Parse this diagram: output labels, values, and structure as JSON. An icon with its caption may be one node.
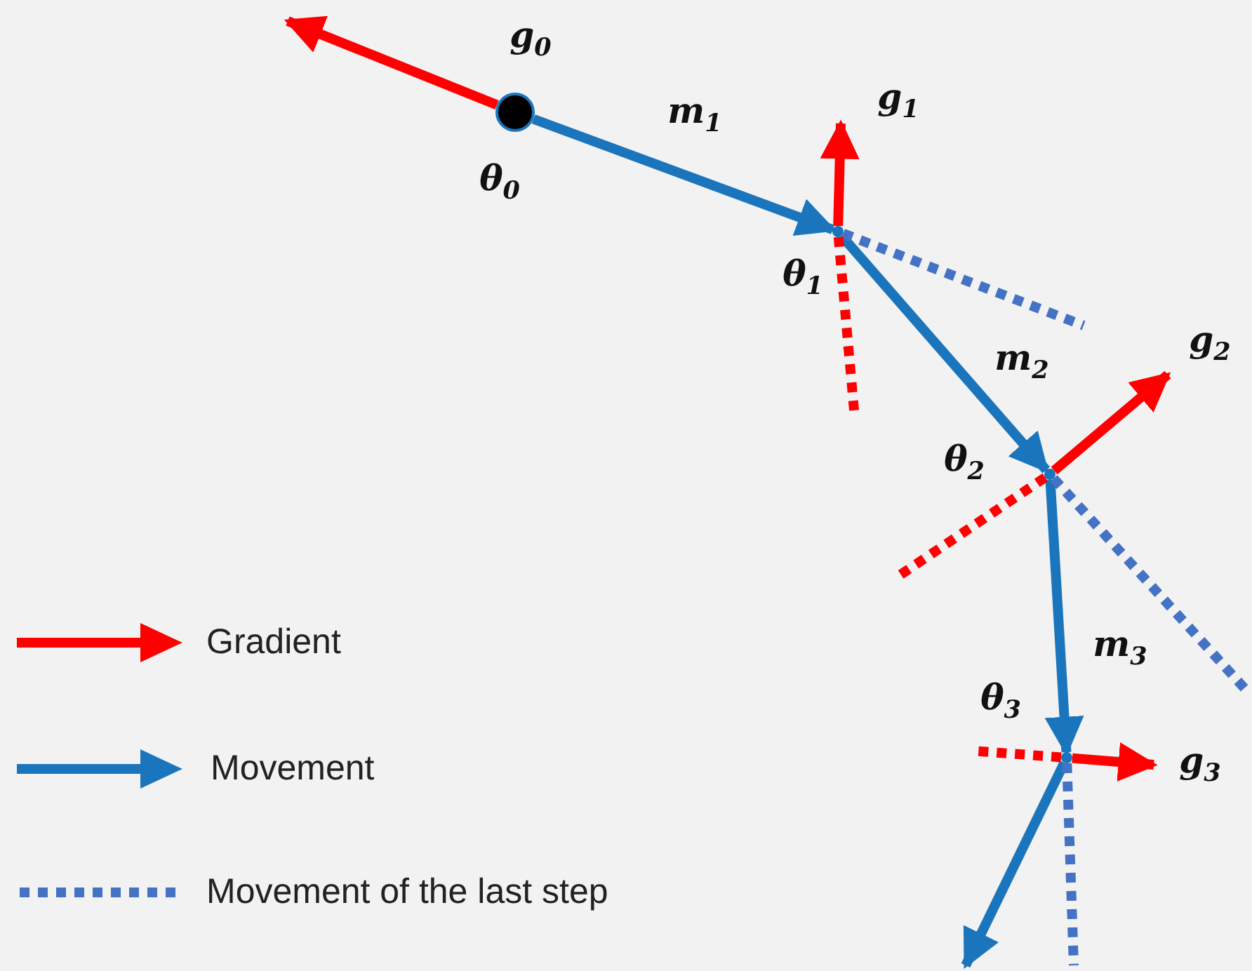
{
  "diagram": {
    "nodes": [
      {
        "text": [],
        "shape": "circle",
        "beside": [
          "θ$_{0}$"
        ]
      },
      {
        "text": [],
        "shape": "dot",
        "beside": [
          "θ$_{1}$"
        ]
      },
      {
        "text": [],
        "shape": "dot",
        "beside": [
          "θ$_{2}$"
        ]
      },
      {
        "text": [],
        "shape": "dot",
        "beside": [
          "θ$_{3}$"
        ]
      }
    ],
    "edges": [
      {
        "from": 0,
        "to": 1,
        "arrow": "to",
        "label": "m$_{1}$",
        "color": "#1b75bc"
      },
      {
        "from": 1,
        "to": 2,
        "arrow": "to",
        "label": "m$_{2}$",
        "color": "#1b75bc"
      },
      {
        "from": 2,
        "to": 3,
        "arrow": "to",
        "label": "m$_{3}$",
        "color": "#1b75bc"
      },
      {
        "from": 3,
        "to": null,
        "arrow": "to",
        "color": "#1b75bc"
      },
      {
        "from": 0,
        "to": null,
        "arrow": "to",
        "color": "#ff0000",
        "label": "g$_{0}$"
      },
      {
        "from": 1,
        "to": null,
        "arrow": "to",
        "color": "#ff0000",
        "label": "g$_{1}$"
      },
      {
        "from": 2,
        "to": null,
        "arrow": "to",
        "color": "#ff0000",
        "label": "g$_{2}$"
      },
      {
        "from": 3,
        "to": null,
        "arrow": "to",
        "color": "#ff0000",
        "label": "g$_{3}$"
      },
      {
        "from": 1,
        "to": null,
        "arrow": "none",
        "style": "dashed",
        "color": "#4472c4"
      },
      {
        "from": 2,
        "to": null,
        "arrow": "none",
        "style": "dashed",
        "color": "#4472c4"
      },
      {
        "from": 3,
        "to": null,
        "arrow": "none",
        "style": "dashed",
        "color": "#4472c4"
      },
      {
        "from": 1,
        "to": null,
        "arrow": "none",
        "style": "dashed",
        "color": "#ff0000"
      },
      {
        "from": 2,
        "to": null,
        "arrow": "none",
        "style": "dashed",
        "color": "#ff0000"
      },
      {
        "from": 3,
        "to": null,
        "arrow": "none",
        "style": "dashed",
        "color": "#ff0000"
      }
    ],
    "legend": [
      {
        "text": "Gradient"
      },
      {
        "text": "Movement"
      },
      {
        "text": "Movement of the last step"
      }
    ]
  }
}
